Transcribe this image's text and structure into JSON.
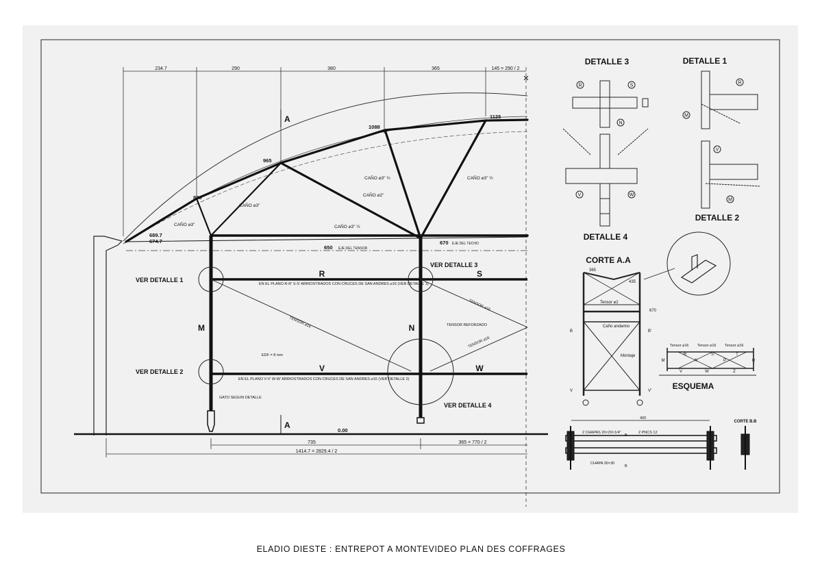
{
  "caption": "ELADIO DIESTE : ENTREPOT A  MONTEVIDEO PLAN DES COFFRAGES",
  "elevation": {
    "top_dims": [
      "234.7",
      "290",
      "380",
      "365",
      "145 = 290 / 2"
    ],
    "bottom_dims": [
      "735",
      "365 = 770 / 2",
      "1414.7 = 2829.4 / 2"
    ],
    "levels": [
      "1125",
      "1088",
      "965",
      "820",
      "689.7",
      "674.7",
      "650",
      "670",
      "0.00"
    ],
    "level_notes": {
      "tensor_axis": "EJE DEL TENSOR",
      "roof_axis": "EJE DEL TECHO"
    },
    "section_marks": [
      "A",
      "A"
    ],
    "pipes": [
      "CAÑO ⌀3\"",
      "CAÑO ⌀3\"",
      "CAÑO ⌀2\"",
      "CAÑO ⌀3\" ½",
      "CAÑO ⌀3\" ½",
      "CAÑO ⌀3\" ½"
    ],
    "nodes": [
      "R",
      "S",
      "V",
      "W",
      "M",
      "N"
    ],
    "callouts": [
      "VER DETALLE 1",
      "VER DETALLE 2",
      "VER DETALLE 3",
      "VER DETALLE 4"
    ],
    "tensors": [
      "TENSOR ⌀16",
      "TENSOR ⌀16",
      "TENSOR ⌀16",
      "TENSOR REFORZADO"
    ],
    "notes": {
      "plane_rs": "EN EL PLANO R-R' S-S' ARRIOSTRADOS CON CRUCES DE SAN ANDRES ⌀16 (VER DETALLE 1)",
      "plane_vw": "EN EL PLANO V-V' W-W' ARRIOSTRADOS CON CRUCES DE SAN ANDRES ⌀16 (VER DETALLE 2)",
      "jack": "GATO SEGUN DETALLE",
      "channel": "EDF = 8 mm"
    }
  },
  "details": {
    "titles": [
      "DETALLE 3",
      "DETALLE 1",
      "DETALLE 2",
      "DETALLE 4",
      "CORTE A.A",
      "ESQUEMA",
      "CORTE B.B"
    ],
    "tags": [
      "R",
      "S",
      "N",
      "V",
      "W",
      "R",
      "M",
      "V",
      "M"
    ],
    "corte_aa": {
      "dims": [
        "365",
        "435",
        "670"
      ],
      "labels": [
        "Tensor ⌀2",
        "Caño andamio",
        "Montaje"
      ],
      "marks": [
        "B",
        "B'",
        "V",
        "V'"
      ]
    },
    "esquema": {
      "tensors": [
        "Tensor ⌀16",
        "Tensor ⌀16",
        "Tensor ⌀16"
      ],
      "top": [
        "M",
        "R",
        "S",
        "T",
        "Q"
      ],
      "bottom": [
        "V",
        "N",
        "W",
        "P",
        "Z"
      ]
    },
    "bottom_beam": {
      "dim": "400",
      "notes": [
        "2 CHAPAS 20×20×1/4\"",
        "2 PNCS 12",
        "CHAPA 30×30"
      ],
      "marks": [
        "B",
        "B"
      ]
    }
  }
}
